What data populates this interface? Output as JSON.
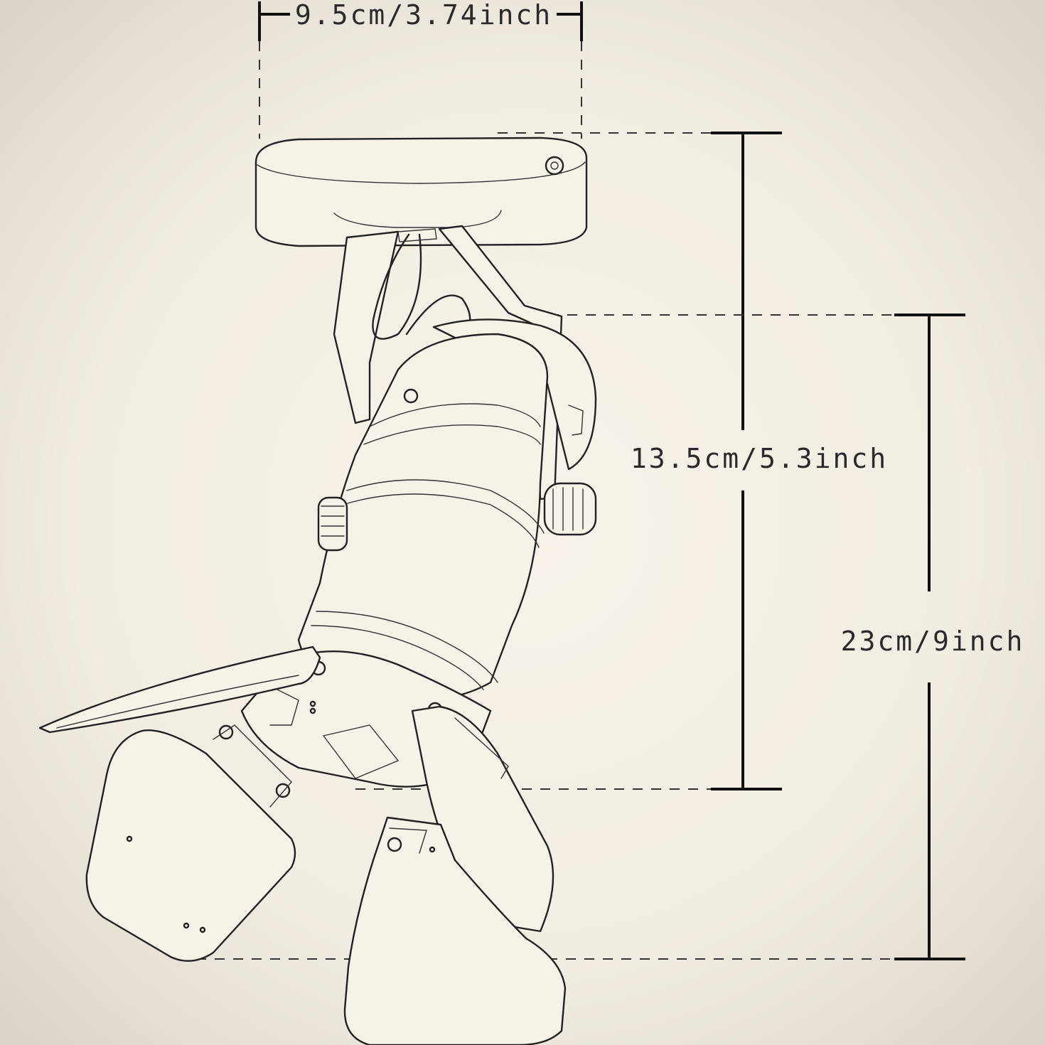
{
  "dimensions": {
    "width_label": "9.5cm/3.74inch",
    "lamp_height_label": "13.5cm/5.3inch",
    "total_height_label": "23cm/9inch"
  },
  "colors": {
    "background": "#f4efe5",
    "ink": "#222222"
  }
}
